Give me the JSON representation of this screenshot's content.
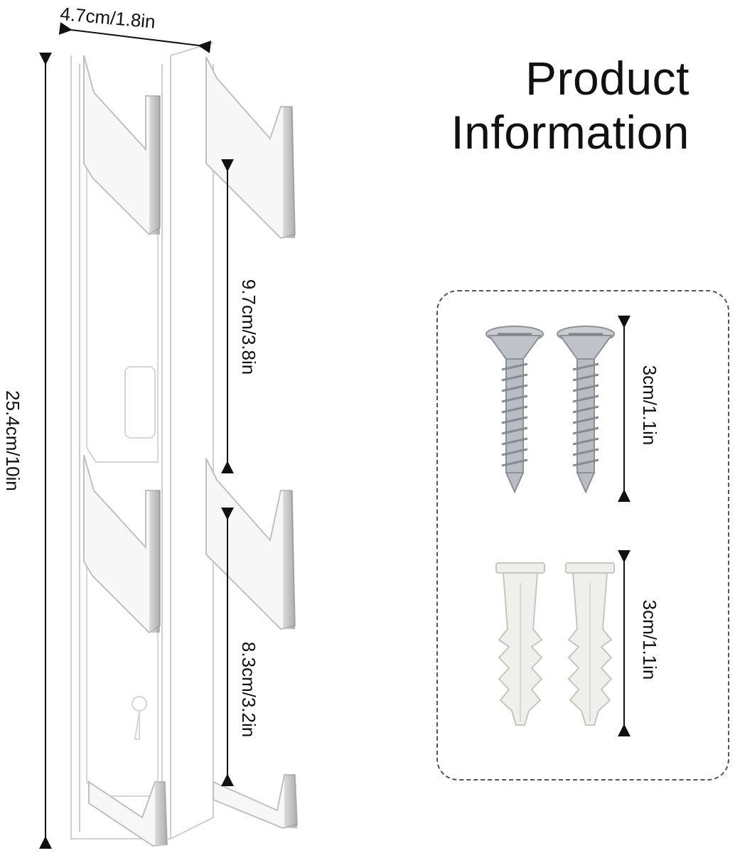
{
  "heading": {
    "line1": "Product",
    "line2": "Information"
  },
  "dimensions": {
    "width": "4.7cm/1.8in",
    "height": "25.4cm/10in",
    "upper_spacing": "9.7cm/3.8in",
    "lower_spacing": "8.3cm/3.2in",
    "screw_length": "3cm/1.1in",
    "anchor_length": "3cm/1.1in"
  },
  "colors": {
    "background": "#ffffff",
    "text": "#111111",
    "acrylic_edge": "#9a9a9a",
    "screw_metal": "#b9bcc2",
    "anchor_plastic": "#eeeeea"
  },
  "icons": [
    "wall-rack-image",
    "screw-icon",
    "wall-anchor-icon",
    "dimension-arrow-icon"
  ]
}
